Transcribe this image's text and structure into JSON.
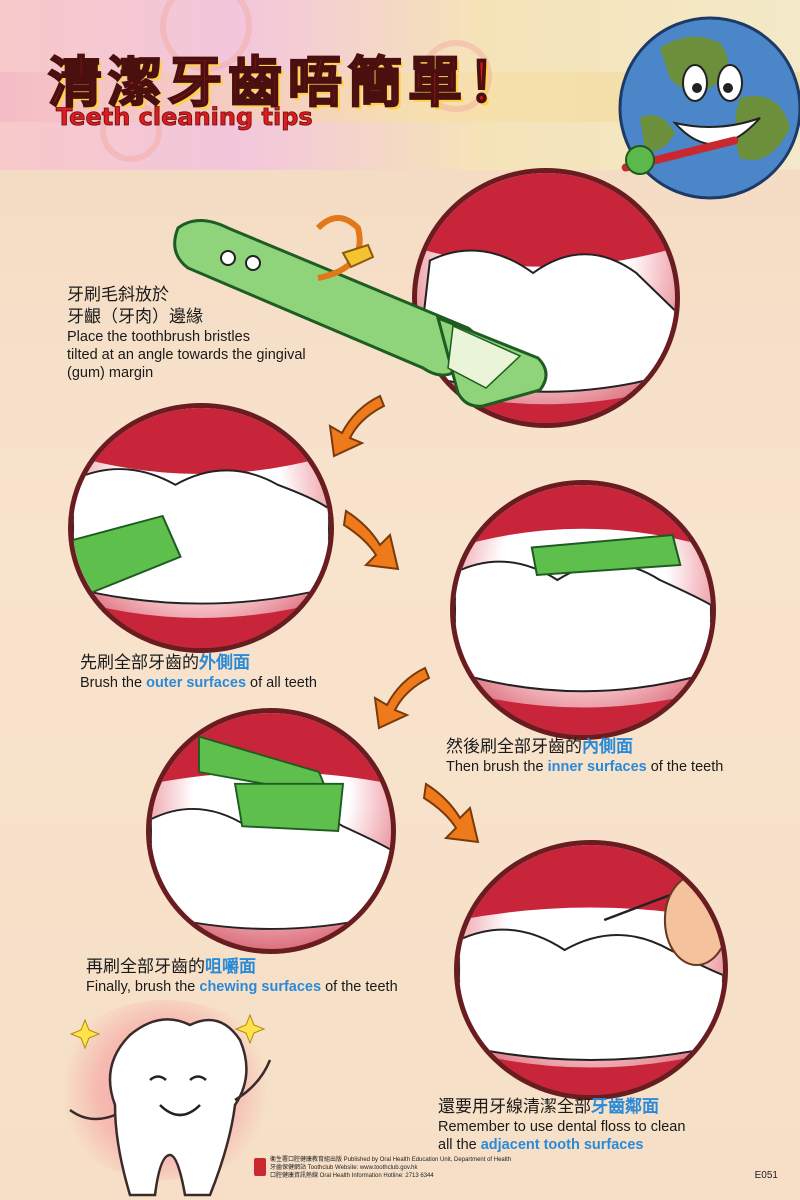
{
  "header": {
    "title_zh": "清潔牙齒唔簡單！",
    "title_en": "Teeth cleaning tips"
  },
  "steps": [
    {
      "zh": "牙刷毛斜放於",
      "zh2": "牙齦（牙肉）邊緣",
      "en1": "Place the toothbrush bristles",
      "en2": "tilted at an angle towards the gingival",
      "en3": "(gum) margin"
    },
    {
      "zh_pre": "先刷全部牙齒的",
      "zh_hl": "外側面",
      "en_pre": "Brush the ",
      "en_hl": "outer surfaces",
      "en_post": " of all teeth"
    },
    {
      "zh_pre": "然後刷全部牙齒的",
      "zh_hl": "內側面",
      "en_pre": "Then brush the ",
      "en_hl": "inner surfaces",
      "en_post": " of the teeth"
    },
    {
      "zh_pre": "再刷全部牙齒的",
      "zh_hl": "咀嚼面",
      "en_pre": "Finally, brush the ",
      "en_hl": "chewing surfaces",
      "en_post": " of the teeth"
    },
    {
      "zh_pre": "還要用牙線清潔全部",
      "zh_hl": "牙齒鄰面",
      "en1": "Remember to use dental floss to clean",
      "en_pre": "all the ",
      "en_hl": "adjacent tooth surfaces"
    }
  ],
  "footer": {
    "line1": "衞生署口腔健康教育組出版   Published by Oral Health Education Unit, Department of Health",
    "line2": "牙齒保健網站   Toothclub Website: www.toothclub.gov.hk",
    "line3": "口腔健康資訊熱線   Oral Health Information Hotline: 2713 6344",
    "code": "E051"
  },
  "colors": {
    "title_red": "#d8141c",
    "highlight_blue": "#2a8ad8",
    "arrow_orange": "#ee7a1c",
    "circle_border": "#6a1d20"
  }
}
